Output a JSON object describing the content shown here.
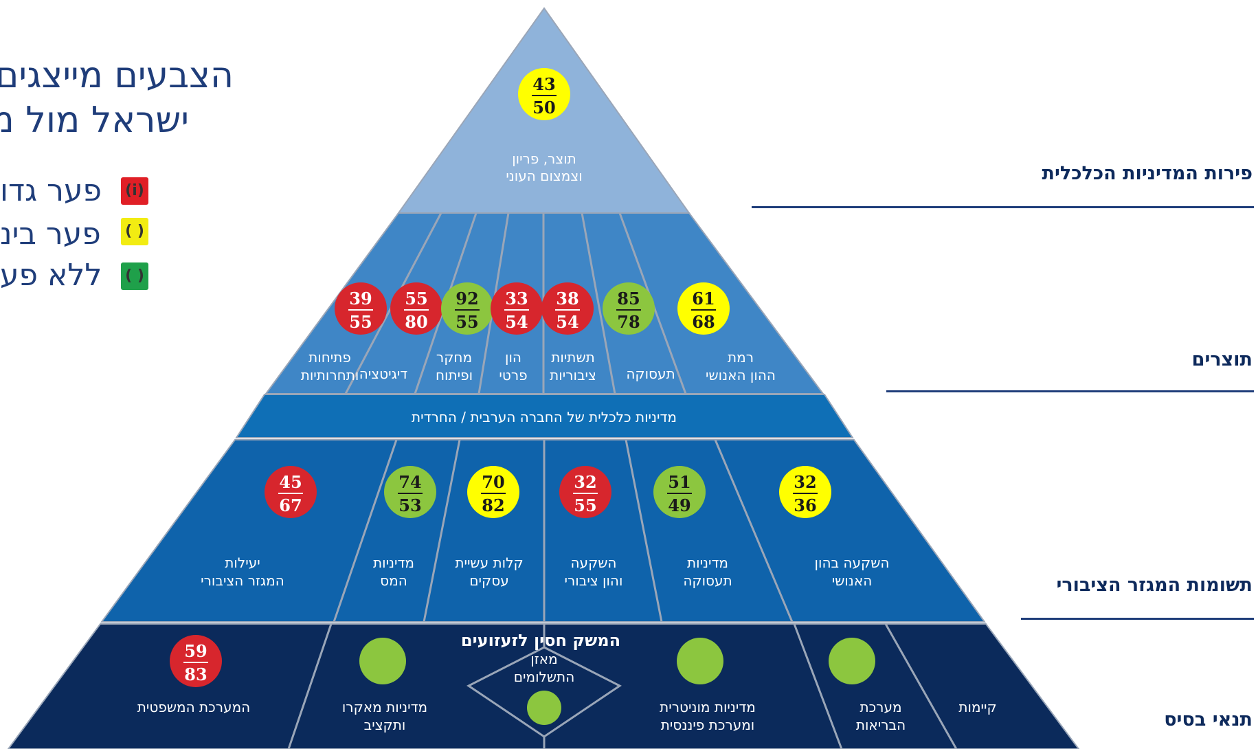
{
  "legend": {
    "title_line1": "הצבעים מייצגים",
    "title_line2": "ישראל מול מ",
    "items": [
      {
        "label": "פער גדו",
        "color": "#e01f26",
        "icon_glyph": "(i)"
      },
      {
        "label": "פער בינ",
        "color": "#f2ec12",
        "icon_glyph": "( )"
      },
      {
        "label": "ללא פע",
        "color": "#1fa04a",
        "icon_glyph": "( )"
      }
    ]
  },
  "levels": [
    {
      "label": "פירות המדיניות הכלכלית"
    },
    {
      "label": "תוצרים"
    },
    {
      "label": "תשומות המגזר הציבורי"
    },
    {
      "label": "תנאי בסיס"
    }
  ],
  "colors": {
    "red": "#d7262d",
    "yellow": "#ffff00",
    "green": "#8cc63f",
    "apex": "#8fb3da",
    "tier2": "#3f86c6",
    "band": "#0f6fb6",
    "tier3": "#0f63ab",
    "base": "#0b2a5b",
    "divider": "#9aa6b8"
  },
  "pyramid": {
    "apex": {
      "label_line1": "תוצר, פריון",
      "label_line2": "וצמצום העוני",
      "badge": {
        "numerator": "43",
        "denominator": "50",
        "color": "yellow"
      }
    },
    "outputs": [
      {
        "line1": "פתיחות",
        "line2": "ותחרותיות",
        "badge": {
          "numerator": "39",
          "denominator": "55",
          "color": "red"
        }
      },
      {
        "line1": "דיגיטציה",
        "line2": "",
        "badge": {
          "numerator": "55",
          "denominator": "80",
          "color": "red"
        }
      },
      {
        "line1": "מחקר",
        "line2": "ופיתוח",
        "badge": {
          "numerator": "92",
          "denominator": "55",
          "color": "green"
        }
      },
      {
        "line1": "הון",
        "line2": "פרטי",
        "badge": {
          "numerator": "33",
          "denominator": "54",
          "color": "red"
        }
      },
      {
        "line1": "תשתיות",
        "line2": "ציבוריות",
        "badge": {
          "numerator": "38",
          "denominator": "54",
          "color": "red"
        }
      },
      {
        "line1": "תעסוקה",
        "line2": "",
        "badge": {
          "numerator": "85",
          "denominator": "78",
          "color": "green"
        }
      },
      {
        "line1": "רמת",
        "line2": "ההון האנושי",
        "badge": {
          "numerator": "61",
          "denominator": "68",
          "color": "yellow"
        }
      }
    ],
    "band_label": "מדיניות כלכלית של החברה הערבית / החרדית",
    "inputs": [
      {
        "line1": "יעילות",
        "line2": "המגזר הציבורי",
        "badge": {
          "numerator": "45",
          "denominator": "67",
          "color": "red"
        }
      },
      {
        "line1": "מדיניות",
        "line2": "המס",
        "badge": {
          "numerator": "74",
          "denominator": "53",
          "color": "green"
        }
      },
      {
        "line1": "קלות עשיית",
        "line2": "עסקים",
        "badge": {
          "numerator": "70",
          "denominator": "82",
          "color": "yellow"
        }
      },
      {
        "line1": "השקעה",
        "line2": "והון ציבורי",
        "badge": {
          "numerator": "32",
          "denominator": "55",
          "color": "red"
        }
      },
      {
        "line1": "מדיניות",
        "line2": "תעסוקה",
        "badge": {
          "numerator": "51",
          "denominator": "49",
          "color": "green"
        }
      },
      {
        "line1": "השקעה בהון",
        "line2": "האנושי",
        "badge": {
          "numerator": "32",
          "denominator": "36",
          "color": "yellow"
        }
      }
    ],
    "base": {
      "shock_title": "המשק חסין לזעזועים",
      "cells": [
        {
          "line1": "המערכת המשפטית",
          "line2": "",
          "badge": {
            "numerator": "59",
            "denominator": "83",
            "color": "red"
          }
        },
        {
          "line1": "מדיניות מאקרו",
          "line2": "ותקציב",
          "badge": {
            "numerator": "",
            "denominator": "",
            "color": "green"
          }
        },
        {
          "line1": "מאזן",
          "line2": "התשלומים",
          "badge": {
            "numerator": "",
            "denominator": "",
            "color": "green"
          }
        },
        {
          "line1": "מדיניות מוניטרית",
          "line2": "ומערכת פיננסית",
          "badge": {
            "numerator": "",
            "denominator": "",
            "color": "green"
          }
        },
        {
          "line1": "מערכת",
          "line2": "הבריאות",
          "badge": {
            "numerator": "",
            "denominator": "",
            "color": "green"
          }
        },
        {
          "line1": "קיימות",
          "line2": "",
          "badge": null
        }
      ]
    }
  }
}
